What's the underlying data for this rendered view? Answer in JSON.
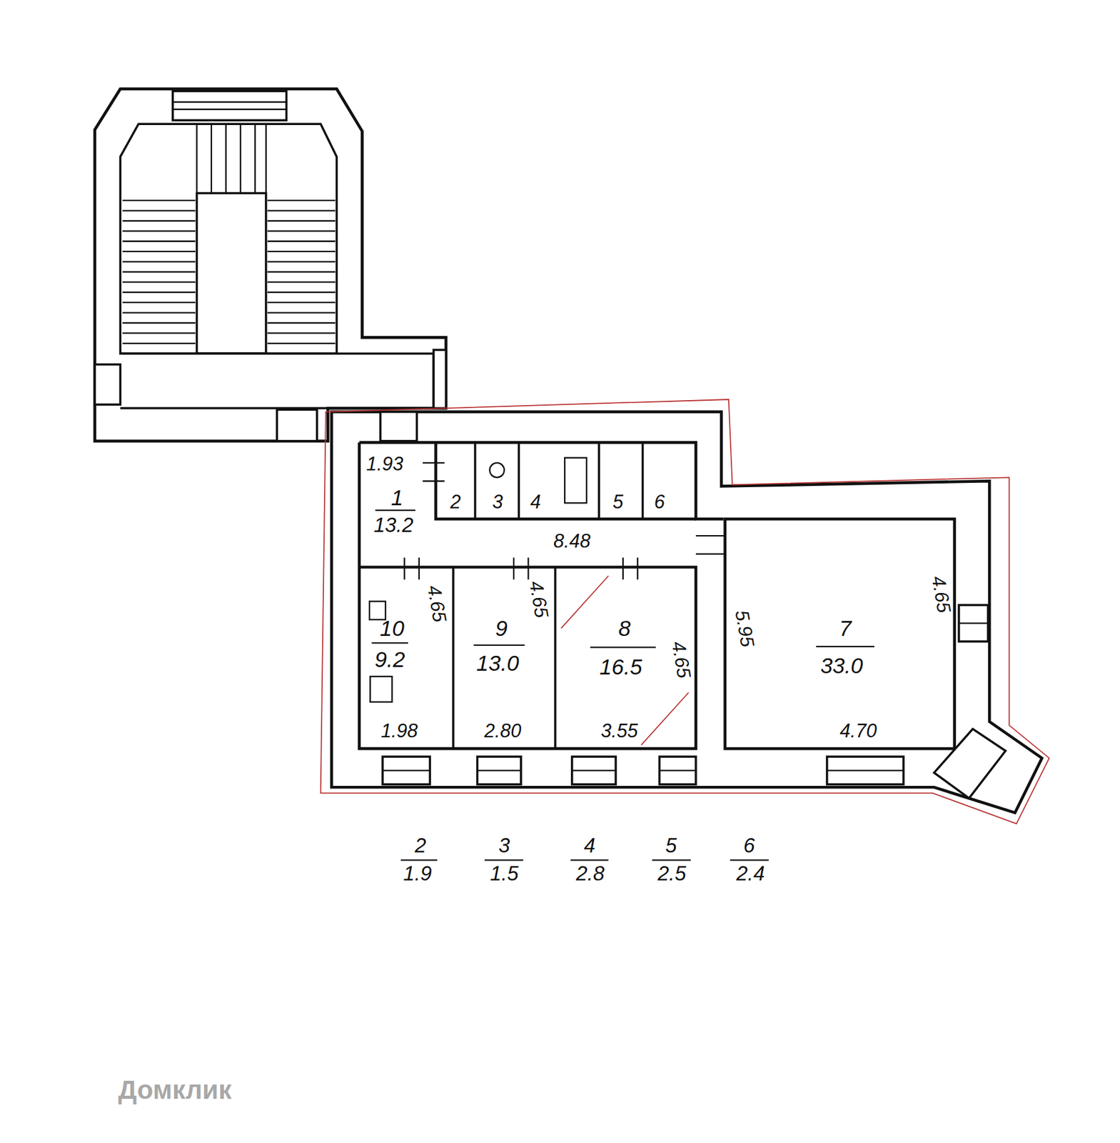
{
  "diagram": {
    "labels": [
      "1.93",
      "1",
      "13.2",
      "2",
      "3",
      "4",
      "5",
      "6",
      "8.48",
      "4.65",
      "4.65",
      "4.65",
      "5.95",
      "4.65",
      "10",
      "9.2",
      "9",
      "13.0",
      "8",
      "16.5",
      "7",
      "33.0",
      "1.98",
      "2.80",
      "3.55",
      "4.70",
      "2",
      "1.9",
      "3",
      "1.5",
      "4",
      "2.8",
      "5",
      "2.5",
      "6",
      "2.4",
      "Домклик"
    ]
  }
}
